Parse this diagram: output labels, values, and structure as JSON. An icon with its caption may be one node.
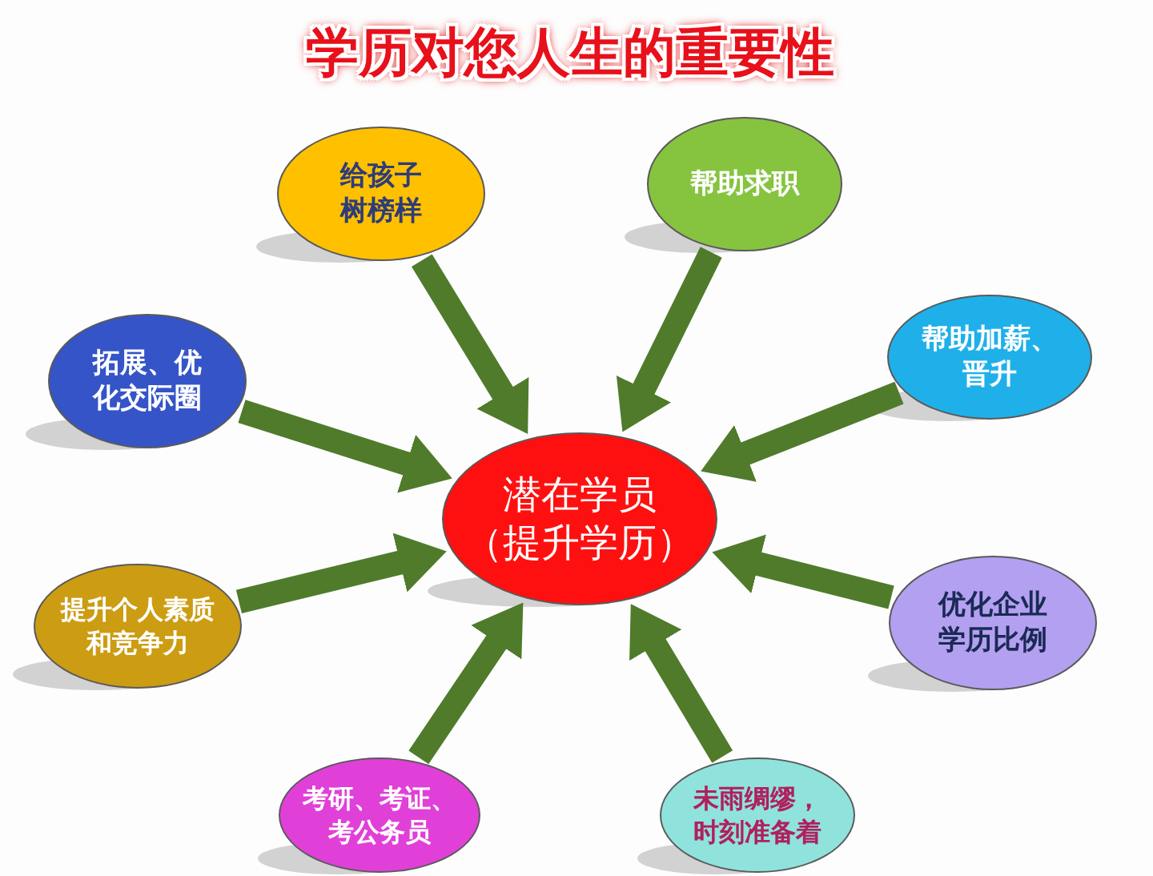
{
  "diagram": {
    "title": "学历对您人生的重要性",
    "nodes": [
      {
        "text": [
          "给孩子树榜样"
        ]
      },
      {
        "text": [
          "帮助求职"
        ]
      },
      {
        "text": [
          "拓展、优化交际圈"
        ]
      },
      {
        "text": [
          "帮助加薪、晋升"
        ]
      },
      {
        "text": [
          "潜在学员（提升学历）"
        ]
      },
      {
        "text": [
          "提升个人素质和竞争力"
        ]
      },
      {
        "text": [
          "优化企业学历比例"
        ]
      },
      {
        "text": [
          "考研、考证、考公务员"
        ]
      },
      {
        "text": [
          "未雨绸缪，时刻准备着"
        ]
      }
    ],
    "edges": [
      {
        "from": 0,
        "to": 4,
        "arrow": "to"
      },
      {
        "from": 1,
        "to": 4,
        "arrow": "to"
      },
      {
        "from": 2,
        "to": 4,
        "arrow": "to"
      },
      {
        "from": 3,
        "to": 4,
        "arrow": "to"
      },
      {
        "from": 5,
        "to": 4,
        "arrow": "to"
      },
      {
        "from": 6,
        "to": 4,
        "arrow": "to"
      },
      {
        "from": 7,
        "to": 4,
        "arrow": "to"
      },
      {
        "from": 8,
        "to": 4,
        "arrow": "to"
      }
    ]
  }
}
